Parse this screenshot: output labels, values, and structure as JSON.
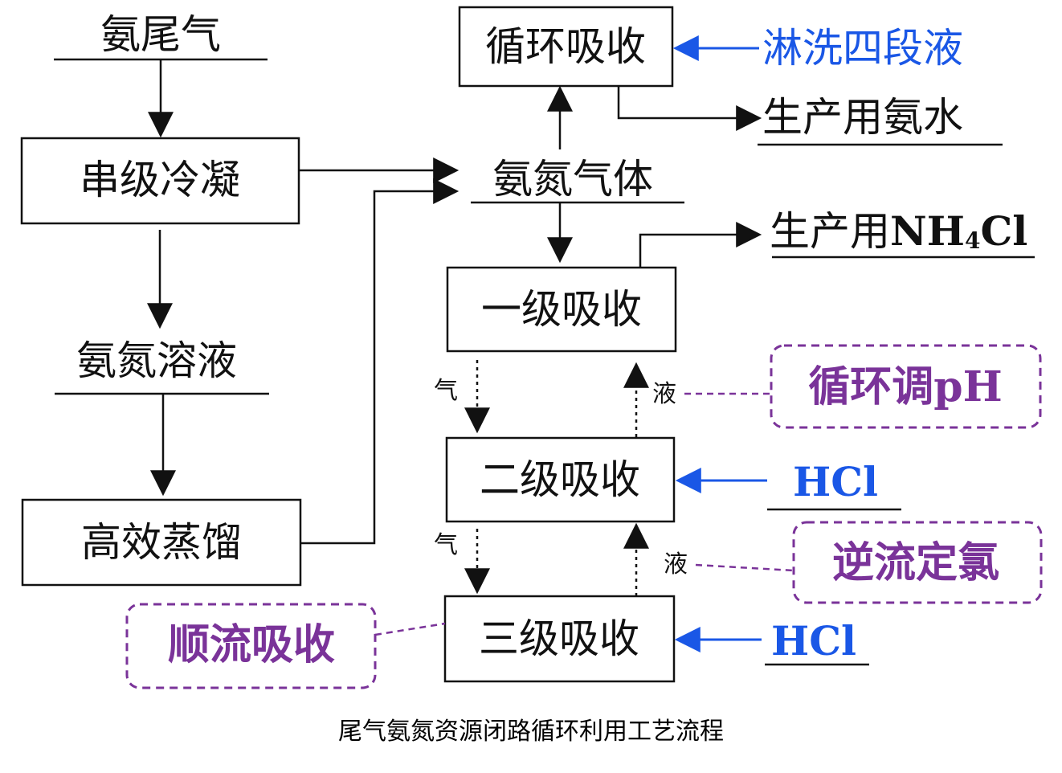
{
  "nodes": {
    "ammonia_tail_gas": "氨尾气",
    "cascade_condensation": "串级冷凝",
    "ammonia_nitrogen_solution": "氨氮溶液",
    "high_efficiency_distillation": "高效蒸馏",
    "ammonia_nitrogen_gas": "氨氮气体",
    "circulating_absorption": "循环吸收",
    "production_ammonia_water": "生产用氨水",
    "production_nh4cl_prefix": "生产用",
    "production_nh4cl_formula_a": "NH",
    "production_nh4cl_formula_sub": "4",
    "production_nh4cl_formula_b": "Cl",
    "stage1_absorption": "一级吸收",
    "stage2_absorption": "二级吸收",
    "stage3_absorption": "三级吸收"
  },
  "inputs": {
    "washing_stage4_liquid": "淋洗四段液",
    "hcl_stage2": "HCl",
    "hcl_stage3": "HCl"
  },
  "flow_labels": {
    "gas_1_to_2": "气",
    "liquid_2_to_1": "液",
    "gas_2_to_3": "气",
    "liquid_3_to_2": "液"
  },
  "notes": {
    "circulating_ph": "循环调pH",
    "countercurrent_chlorine": "逆流定氯",
    "cocurrent_absorption": "顺流吸收"
  },
  "caption": "尾气氨氮资源闭路循环利用工艺流程",
  "colors": {
    "line": "#111111",
    "blue": "#1a57e6",
    "purple": "#7a3399"
  }
}
